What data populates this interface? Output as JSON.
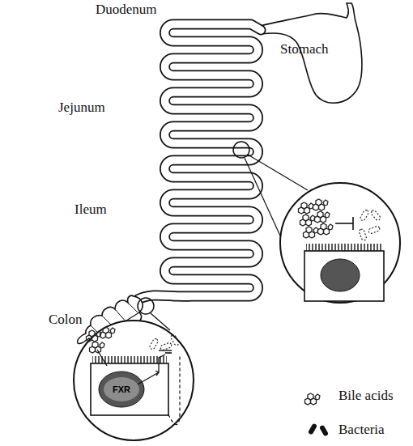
{
  "diagram": {
    "nodes": [
      {
        "text": [
          "FXR"
        ]
      }
    ],
    "labels": [
      "Duodenum",
      "Stomach",
      "Jejunum",
      "Ileum",
      "Colon"
    ],
    "legend": [
      {
        "text": "Bile acids"
      },
      {
        "text": "Bacteria"
      }
    ]
  }
}
